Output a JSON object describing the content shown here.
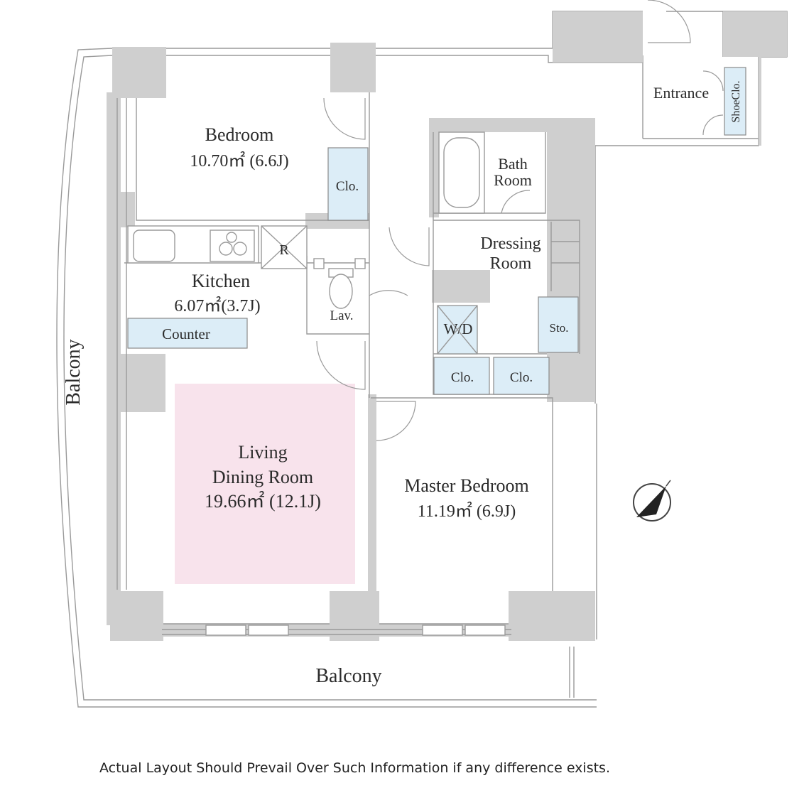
{
  "rooms": {
    "bedroom": {
      "name": "Bedroom",
      "area": "10.70㎡ (6.6J)"
    },
    "kitchen": {
      "name": "Kitchen",
      "area": "6.07㎡(3.7J)"
    },
    "living": {
      "name1": "Living",
      "name2": "Dining Room",
      "area": "19.66㎡ (12.1J)"
    },
    "master": {
      "name": "Master Bedroom",
      "area": "11.19㎡ (6.9J)"
    },
    "bath": {
      "name1": "Bath",
      "name2": "Room"
    },
    "dressing": {
      "name1": "Dressing",
      "name2": "Room"
    },
    "entrance": {
      "name": "Entrance"
    }
  },
  "fixtures": {
    "clo": "Clo.",
    "lav": "Lav.",
    "wd": "W/D",
    "sto": "Sto.",
    "shoe_clo": "ShoeClo.",
    "counter": "Counter",
    "refrigerator": "R"
  },
  "balcony": {
    "west": "Balcony",
    "south": "Balcony"
  },
  "footer": {
    "disclaimer": "Actual Layout Should Prevail Over Such Information if any difference exists."
  },
  "colors": {
    "living_fill": "#f8e3ec",
    "closet_fill": "#dcedf7",
    "wall": "#cfcfcf"
  }
}
